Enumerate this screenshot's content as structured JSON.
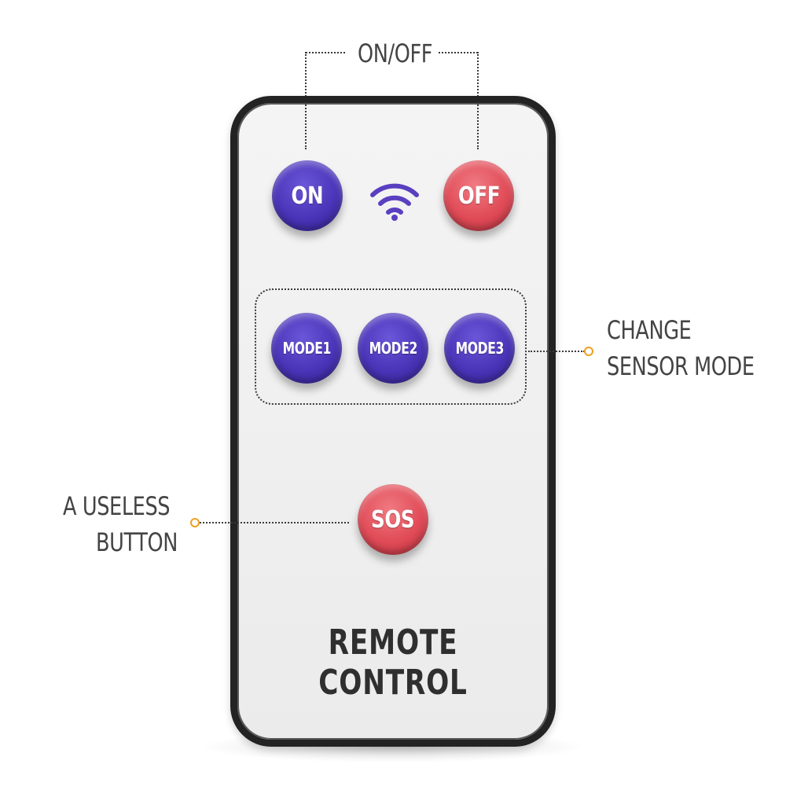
{
  "callouts": {
    "on_off": "ON/OFF",
    "change_sensor_mode": [
      "CHANGE",
      "SENSOR MODE"
    ],
    "useless_button": [
      "A USELESS",
      "BUTTON"
    ]
  },
  "buttons": {
    "on": "ON",
    "off": "OFF",
    "modes": [
      "MODE1",
      "MODE2",
      "MODE3"
    ],
    "sos": "SOS"
  },
  "footer": {
    "title": "REMOTE CONTROL"
  },
  "icons": {
    "signal": "wifi-icon",
    "callout_pin": "circle-pin-icon"
  },
  "colors": {
    "blue_button": "#4a34b8",
    "red_button": "#e04b57",
    "wifi_icon": "#5a3fc0",
    "callout_pin": "#f0a020",
    "text": "#444444",
    "title": "#2f2f2f",
    "frame": "#232323"
  }
}
